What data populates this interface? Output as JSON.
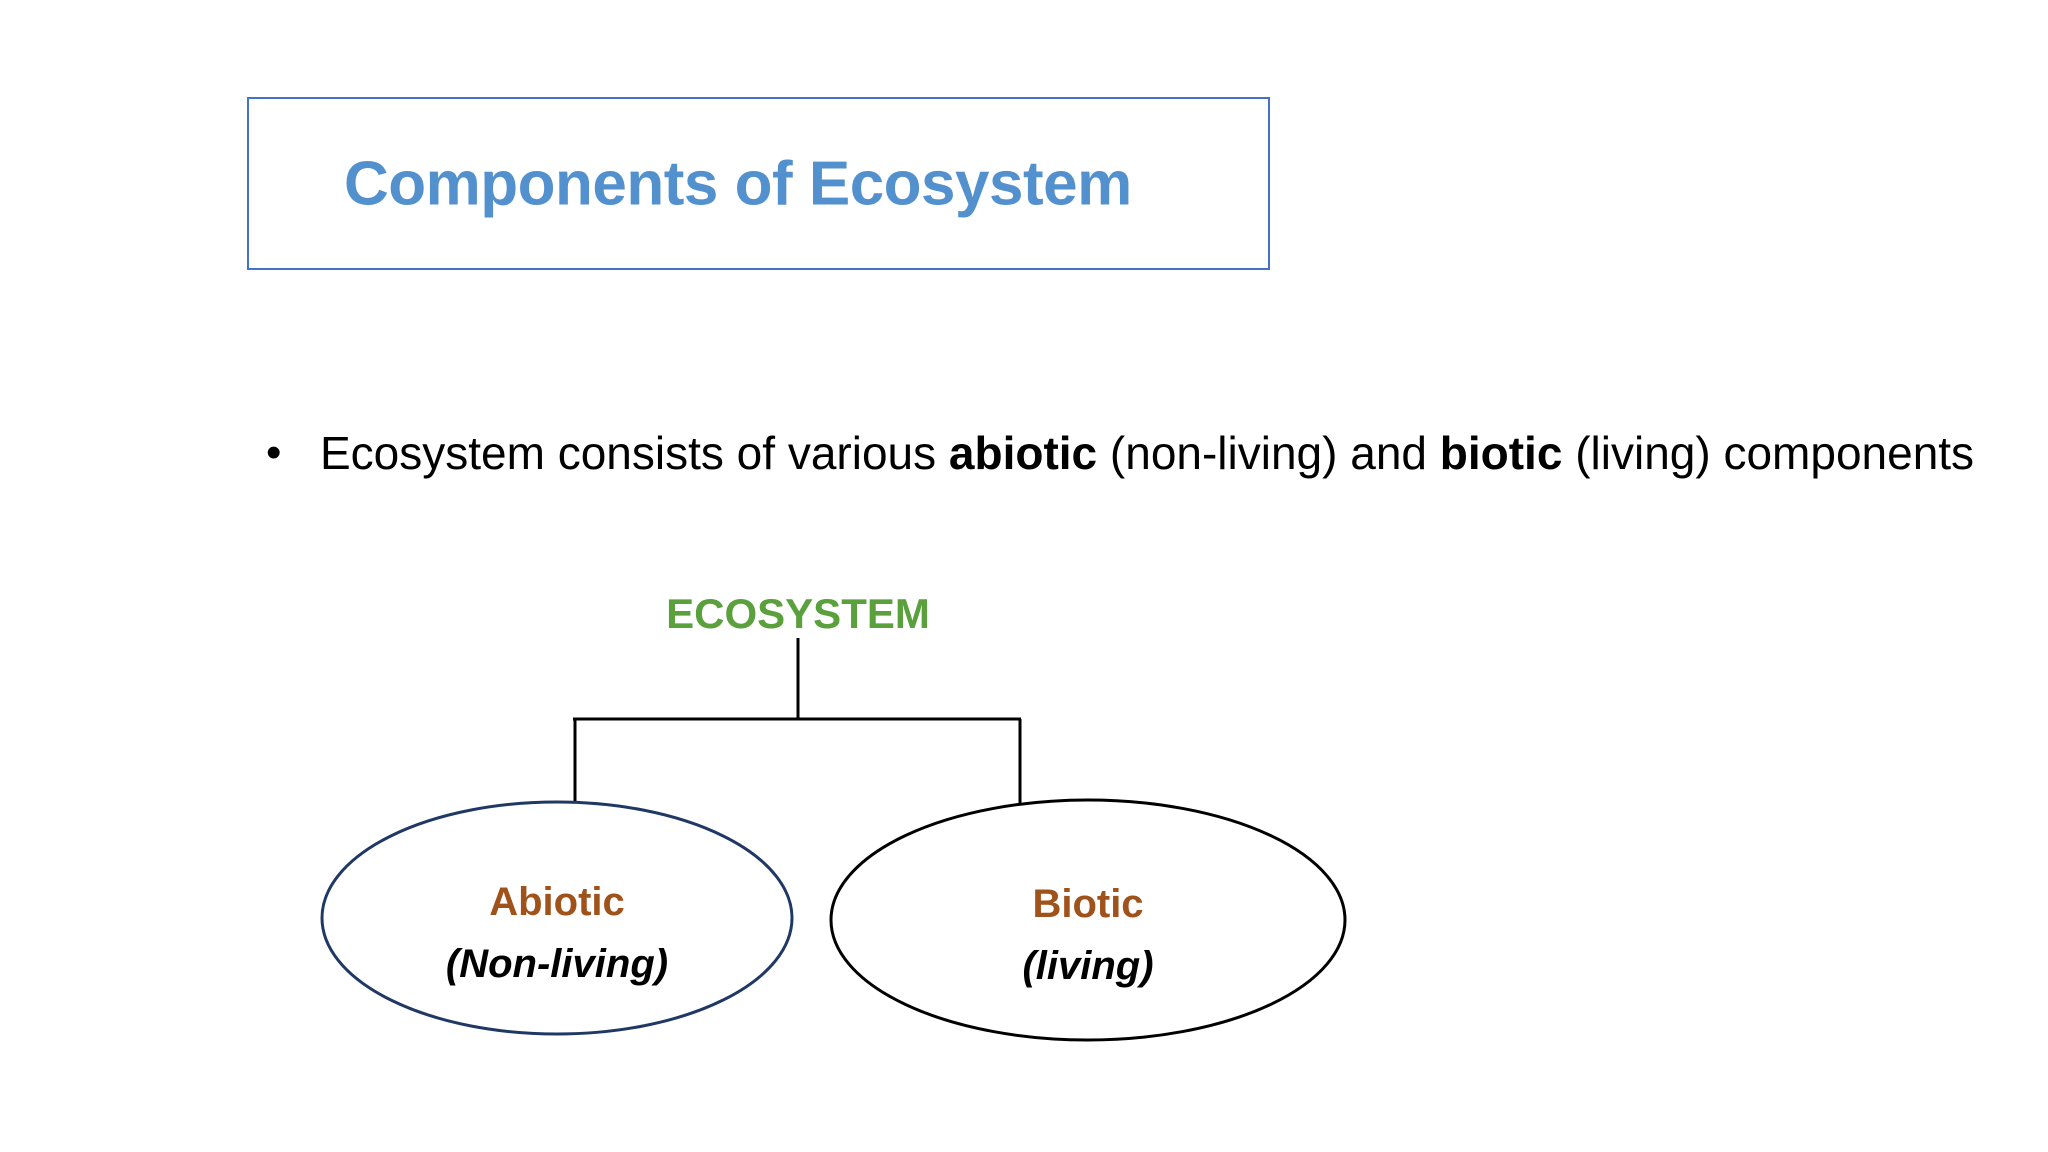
{
  "slide": {
    "background_color": "#FFFFFF",
    "title": {
      "text": "Components of Ecosystem",
      "color": "#5391CE",
      "border_color": "#4472C4"
    },
    "body": {
      "bullet_marker": "•",
      "text_parts": [
        {
          "text": " Ecosystem consists of various ",
          "bold": false
        },
        {
          "text": "abiotic",
          "bold": true
        },
        {
          "text": " (non-living) and ",
          "bold": false
        },
        {
          "text": "biotic",
          "bold": true
        },
        {
          "text": " (living) components",
          "bold": false
        }
      ],
      "plain_text": " Ecosystem consists of various abiotic (non-living) and biotic (living) components"
    },
    "diagram": {
      "root": {
        "label": "ECOSYSTEM",
        "color": "#5AA03C"
      },
      "children": [
        {
          "title": "Abiotic",
          "subtitle": "(Non-living)",
          "title_color": "#A0521B",
          "subtitle_color": "#000000",
          "outline_color": "#1F3864"
        },
        {
          "title": "Biotic",
          "subtitle": "(living)",
          "title_color": "#A0521B",
          "subtitle_color": "#000000",
          "outline_color": "#000000"
        }
      ],
      "connector_color": "#000000"
    }
  }
}
